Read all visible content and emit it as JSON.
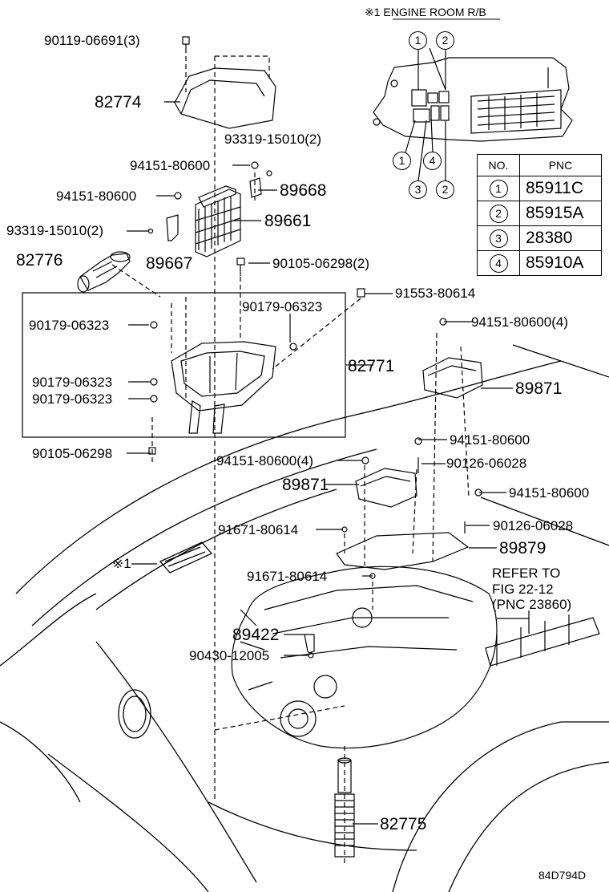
{
  "header": {
    "ref_title": "※1  ENGINE ROOM R/B"
  },
  "table": {
    "col_no": "NO.",
    "col_pnc": "PNC",
    "rows": [
      {
        "no": "1",
        "pnc": "85911C"
      },
      {
        "no": "2",
        "pnc": "85915A"
      },
      {
        "no": "3",
        "pnc": "28380"
      },
      {
        "no": "4",
        "pnc": "85910A"
      }
    ]
  },
  "callouts": {
    "c1a": "1",
    "c2a": "2",
    "c1b": "1",
    "c4": "4",
    "c3": "3",
    "c2b": "2"
  },
  "labels": {
    "p90119": "90119-06691(3)",
    "p82774": "82774",
    "p93319a": "93319-15010(2)",
    "p94151a": "94151-80600",
    "p89668": "89668",
    "p94151b": "94151-80600",
    "p89661": "89661",
    "p93319b": "93319-15010(2)",
    "p82776": "82776",
    "p89667": "89667",
    "p90105a": "90105-06298(2)",
    "p91553": "91553-80614",
    "p90179a": "90179-06323",
    "p90179b": "90179-06323",
    "p82771": "82771",
    "p90179c": "90179-06323",
    "p90179d": "90179-06323",
    "p94151c": "94151-80600(4)",
    "p89871a": "89871",
    "p90105b": "90105-06298",
    "p94151d": "94151-80600",
    "p94151e": "94151-80600(4)",
    "p90126a": "90126-06028",
    "p89871b": "89871",
    "p94151f": "94151-80600",
    "p91671a": "91671-80614",
    "p90126b": "90126-06028",
    "p89879": "89879",
    "ref1": "※1",
    "p91671b": "91671-80614",
    "refer1": "REFER TO",
    "refer2": "FIG 22-12",
    "refer3": "(PNC 23860)",
    "p89422": "89422",
    "p90430": "90430-12005",
    "p82775": "82775",
    "figure_id": "84D794D"
  }
}
